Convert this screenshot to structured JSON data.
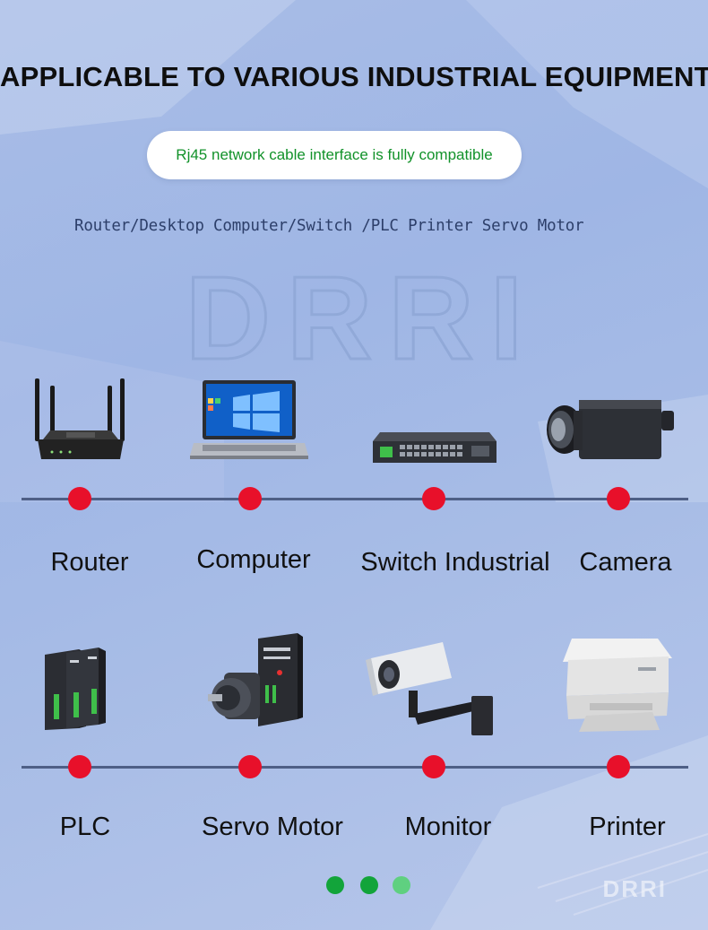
{
  "header": {
    "title": "APPLICABLE TO VARIOUS INDUSTRIAL EQUIPMENT",
    "badge": "Rj45 network cable interface is fully compatible",
    "subtitle": "Router/Desktop Computer/Switch /PLC Printer Servo Motor"
  },
  "watermark": {
    "text": "DRRI"
  },
  "row1": {
    "items": [
      {
        "label": "Router",
        "icon": "router-icon"
      },
      {
        "label": "Computer",
        "icon": "laptop-icon"
      },
      {
        "label": "Switch Industrial",
        "icon": "network-switch-icon"
      },
      {
        "label": "Camera",
        "icon": "industrial-camera-icon"
      }
    ]
  },
  "row2": {
    "items": [
      {
        "label": "PLC",
        "icon": "plc-icon"
      },
      {
        "label": "Servo Motor",
        "icon": "servo-motor-icon"
      },
      {
        "label": "Monitor",
        "icon": "security-camera-icon"
      },
      {
        "label": "Printer",
        "icon": "printer-icon"
      }
    ]
  },
  "pager": {
    "dots": 3,
    "active_color": "#12a43a",
    "inactive_color": "#5fd080"
  },
  "brand": {
    "logo": "DRRI"
  },
  "colors": {
    "accent_dot": "#e8102a",
    "badge_text": "#12922a",
    "timeline": "#4e5f86"
  }
}
